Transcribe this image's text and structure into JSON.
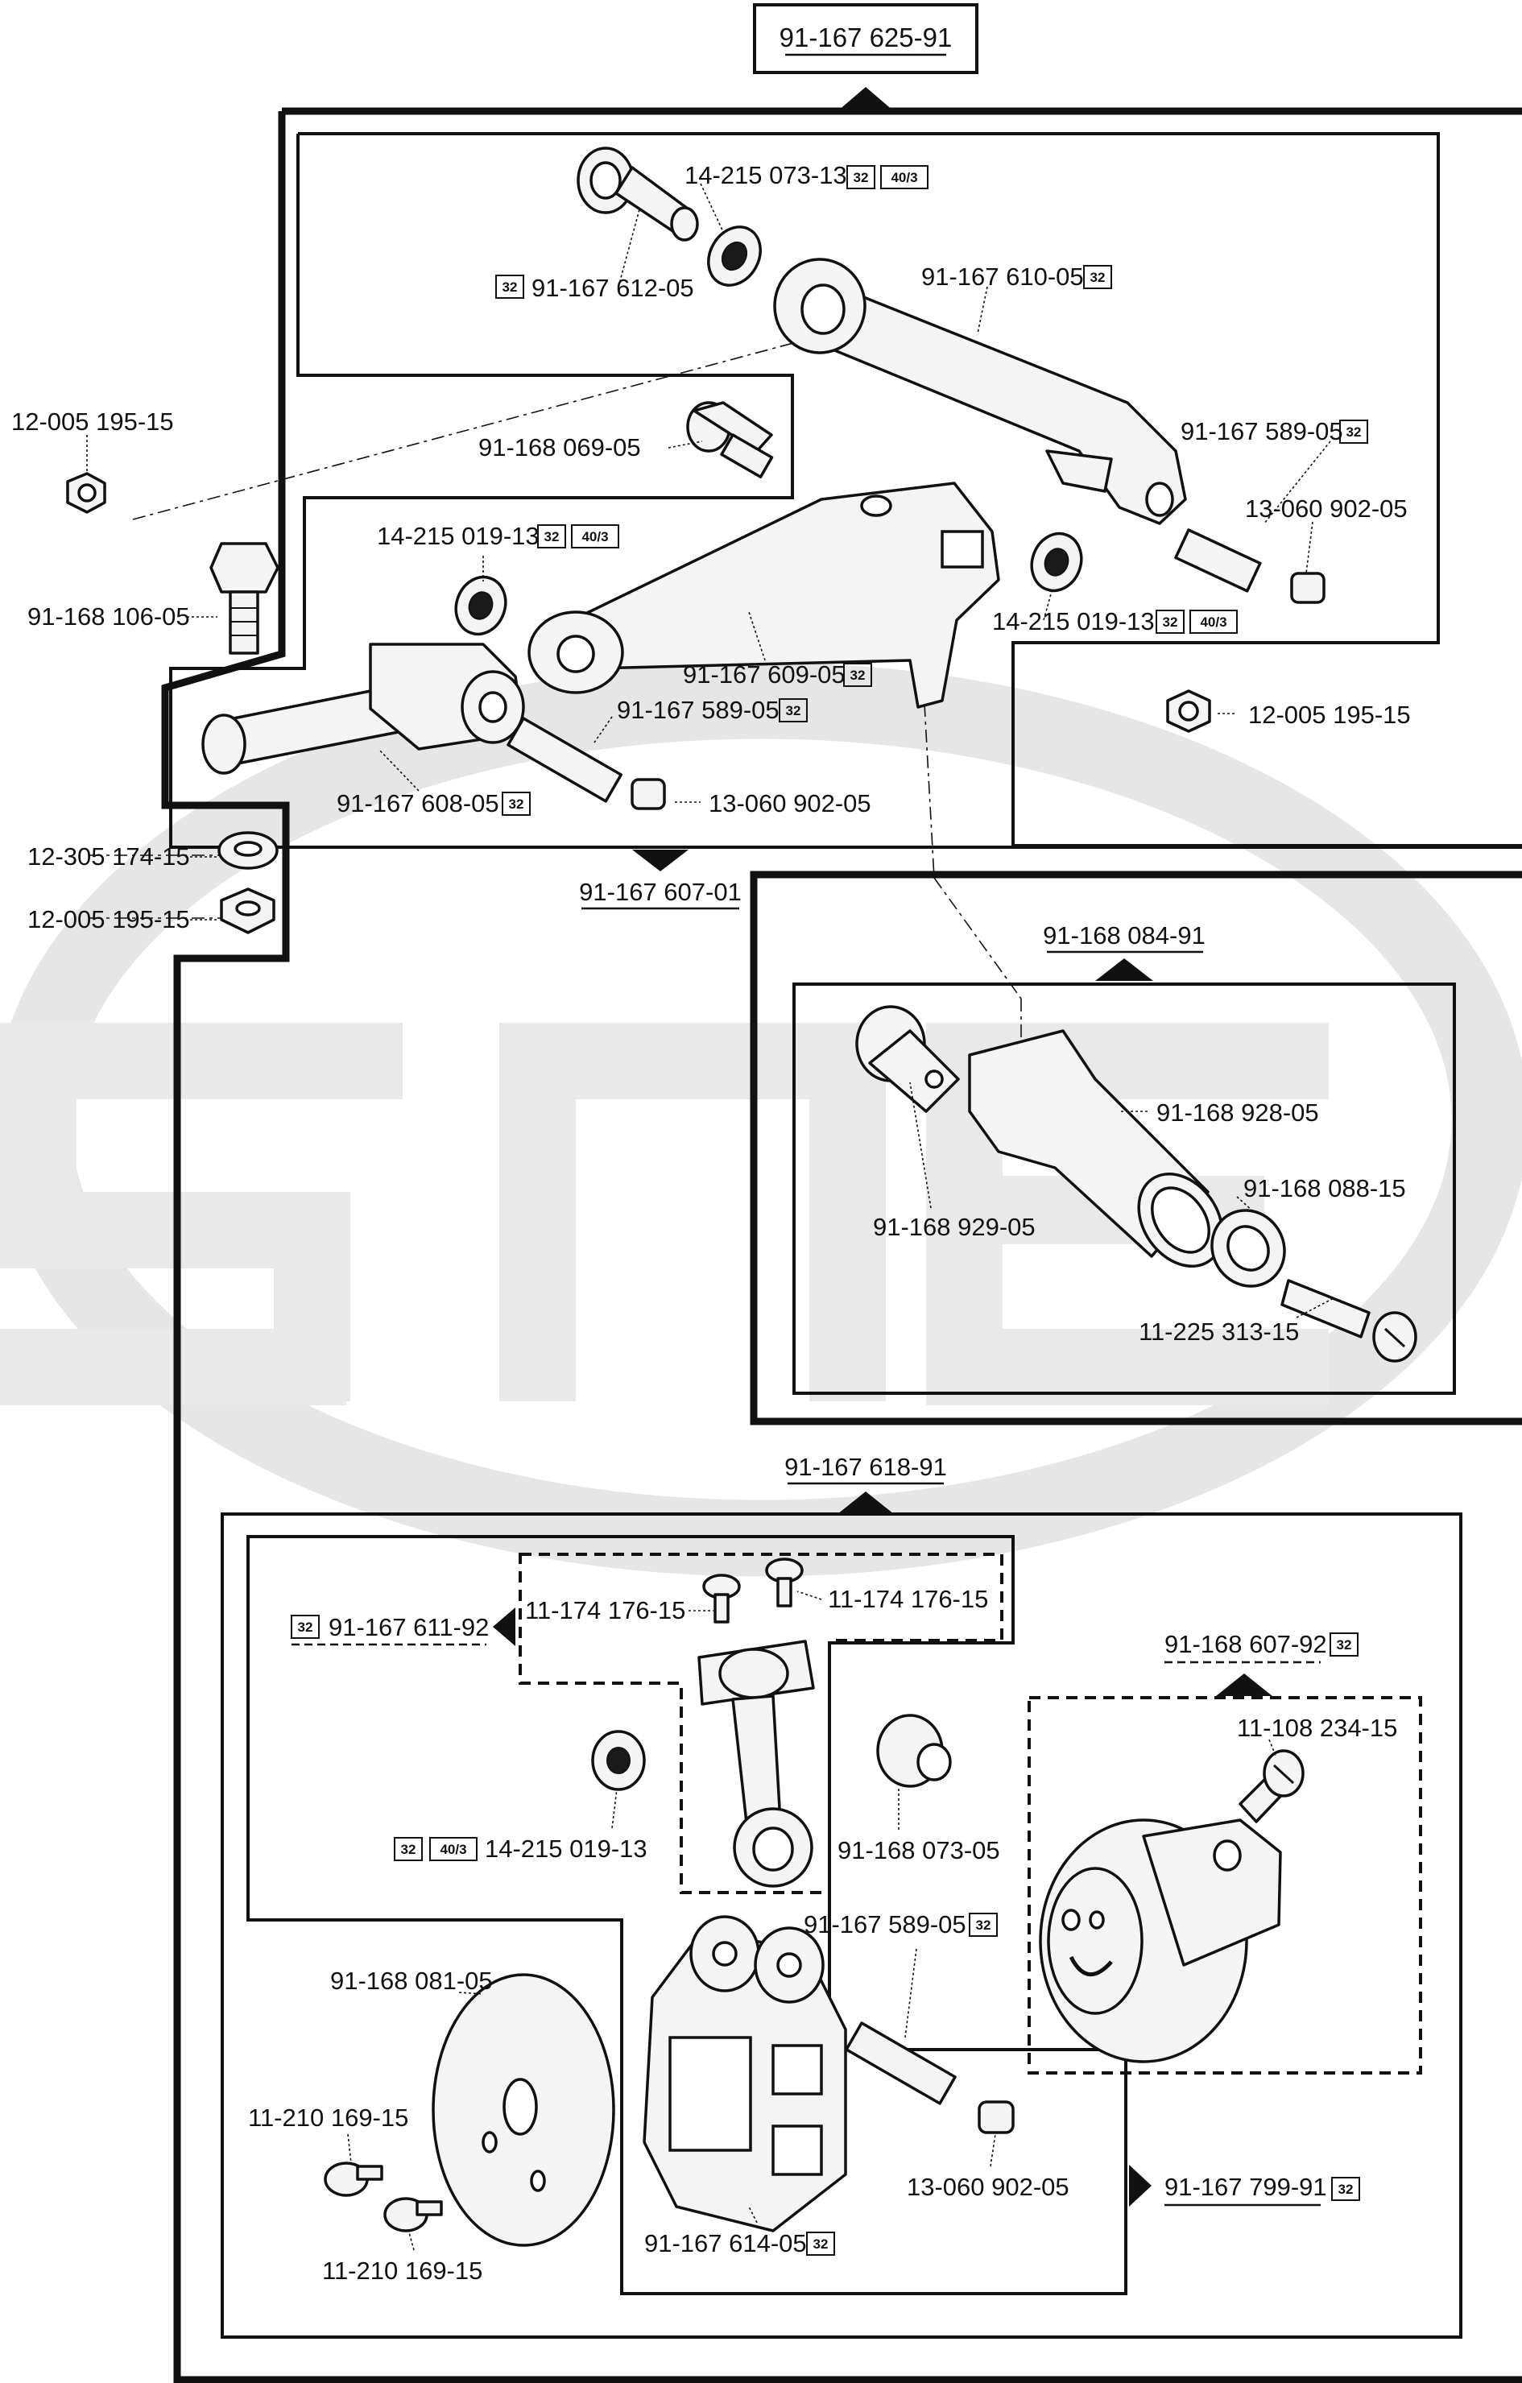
{
  "assemblies": {
    "top_header": "91-167 625-91",
    "lower_upper_assembly": "91-167 607-01",
    "right_assembly": "91-168 084-91",
    "bottom_header": "91-167 618-91",
    "conrod_assembly": "91-167 611-92",
    "hub_assembly": "91-168 607-92",
    "cage_assembly": "91-167 799-91"
  },
  "tags": {
    "t32": "32",
    "t403": "40/3"
  },
  "labels": {
    "l01": "14-215 073-13",
    "l02": "91-167 612-05",
    "l03": "91-167 610-05",
    "l04": "12-005 195-15",
    "l05": "91-168 069-05",
    "l06": "91-167 589-05",
    "l07": "13-060 902-05",
    "l08": "14-215 019-13",
    "l09": "91-168 106-05",
    "l10": "91-167 609-05",
    "l11": "14-215 019-13",
    "l12": "12-005 195-15",
    "l13": "91-167 589-05",
    "l14": "13-060 902-05",
    "l15": "91-167 608-05",
    "l16": "12-305 174-15",
    "l17": "12-005 195-15",
    "l18": "91-168 928-05",
    "l19": "91-168 088-15",
    "l20": "91-168 929-05",
    "l21": "11-225 313-15",
    "l22": "11-174 176-15",
    "l23": "11-174 176-15",
    "l24": "11-108 234-15",
    "l25": "14-215 019-13",
    "l26": "91-168 073-05",
    "l27": "91-167 589-05",
    "l28": "91-168 081-05",
    "l29": "11-210 169-15",
    "l30": "11-210 169-15",
    "l31": "13-060 902-05",
    "l32": "91-167 614-05"
  }
}
